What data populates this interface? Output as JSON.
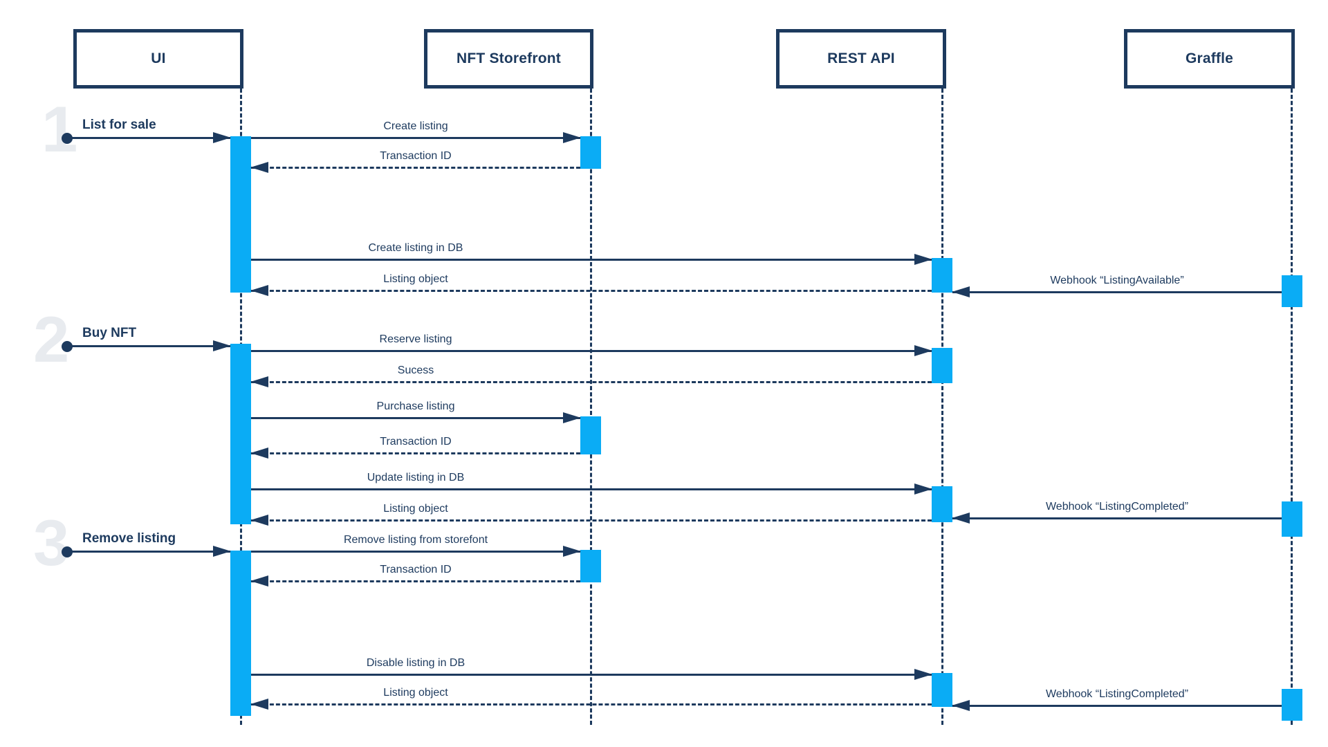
{
  "colors": {
    "navy": "#1d3a5e",
    "cyan_activation": "#0aacf5",
    "numeral_gray": "#e8ebef",
    "background": "#ffffff"
  },
  "actors": [
    {
      "label": "UI"
    },
    {
      "label": "NFT Storefront"
    },
    {
      "label": "REST API"
    },
    {
      "label": "Graffle"
    }
  ],
  "sections": [
    {
      "number": "1",
      "trigger": "List for sale",
      "messages": [
        {
          "label": "Create listing",
          "from": "UI",
          "to": "NFT Storefront",
          "style": "solid"
        },
        {
          "label": "Transaction ID",
          "from": "NFT Storefront",
          "to": "UI",
          "style": "dashed"
        },
        {
          "label": "Create listing in DB",
          "from": "UI",
          "to": "REST API",
          "style": "solid"
        },
        {
          "label": "Listing object",
          "from": "REST API",
          "to": "UI",
          "style": "dashed"
        },
        {
          "label": "Webhook “ListingAvailable”",
          "from": "Graffle",
          "to": "REST API",
          "style": "solid"
        }
      ]
    },
    {
      "number": "2",
      "trigger": "Buy NFT",
      "messages": [
        {
          "label": "Reserve listing",
          "from": "UI",
          "to": "REST API",
          "style": "solid"
        },
        {
          "label": "Sucess",
          "from": "REST API",
          "to": "UI",
          "style": "dashed"
        },
        {
          "label": "Purchase listing",
          "from": "UI",
          "to": "NFT Storefront",
          "style": "solid"
        },
        {
          "label": "Transaction ID",
          "from": "NFT Storefront",
          "to": "UI",
          "style": "dashed"
        },
        {
          "label": "Update listing in DB",
          "from": "UI",
          "to": "REST API",
          "style": "solid"
        },
        {
          "label": "Listing object",
          "from": "REST API",
          "to": "UI",
          "style": "dashed"
        },
        {
          "label": "Webhook “ListingCompleted”",
          "from": "Graffle",
          "to": "REST API",
          "style": "solid"
        }
      ]
    },
    {
      "number": "3",
      "trigger": "Remove listing",
      "messages": [
        {
          "label": "Remove listing from storefont",
          "from": "UI",
          "to": "NFT Storefront",
          "style": "solid"
        },
        {
          "label": "Transaction ID",
          "from": "NFT Storefront",
          "to": "UI",
          "style": "dashed"
        },
        {
          "label": "Disable listing in DB",
          "from": "UI",
          "to": "REST API",
          "style": "solid"
        },
        {
          "label": "Listing object",
          "from": "REST API",
          "to": "UI",
          "style": "dashed"
        },
        {
          "label": "Webhook “ListingCompleted”",
          "from": "Graffle",
          "to": "REST API",
          "style": "solid"
        }
      ]
    }
  ]
}
